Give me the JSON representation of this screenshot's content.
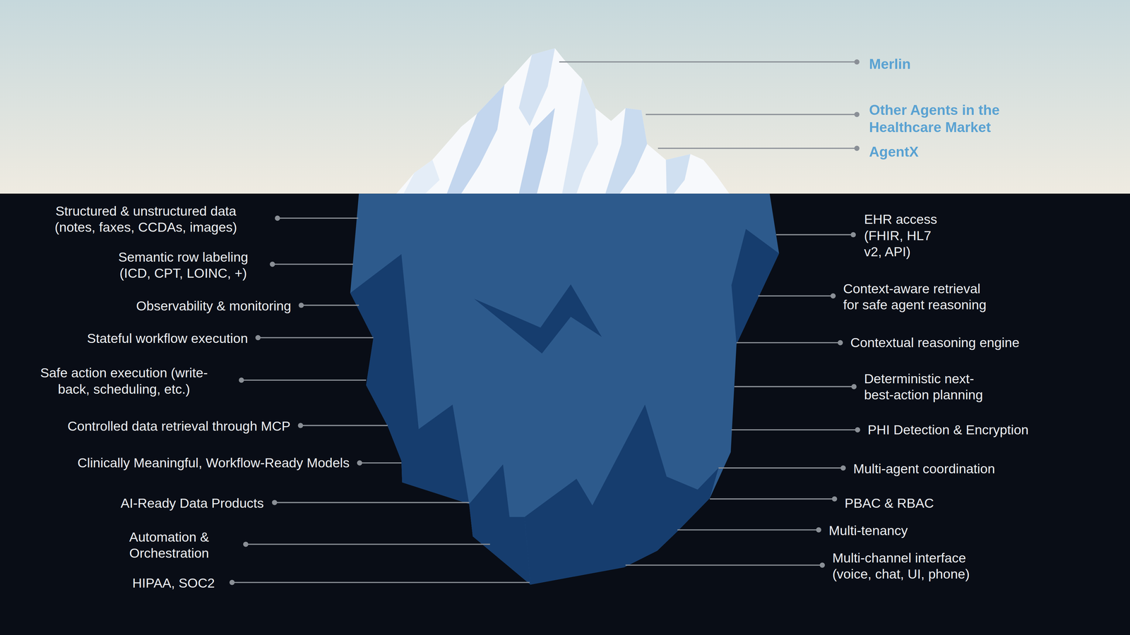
{
  "diagram": {
    "labels": [
      "Merlin",
      "Other Agents in the Healthcare Market",
      "AgentX",
      "Structured & unstructured data (notes, faxes, CCDAs, images)",
      "Semantic row labeling (ICD, CPT, LOINC, +)",
      "Observability & monitoring",
      "Stateful workflow execution",
      "Safe action execution (write-back, scheduling, etc.)",
      "Controlled data retrieval through MCP",
      "Clinically Meaningful, Workflow-Ready Models",
      "AI-Ready Data Products",
      "Automation & Orchestration",
      "HIPAA, SOC2",
      "EHR access (FHIR, HL7 v2, API)",
      "Context-aware retrieval for safe agent reasoning",
      "Contextual reasoning engine",
      "Deterministic next-best-action planning",
      "PHI Detection & Encryption",
      "Multi-agent coordination",
      "PBAC & RBAC",
      "Multi-tenancy",
      "Multi-channel interface (voice, chat, UI, phone)"
    ]
  }
}
